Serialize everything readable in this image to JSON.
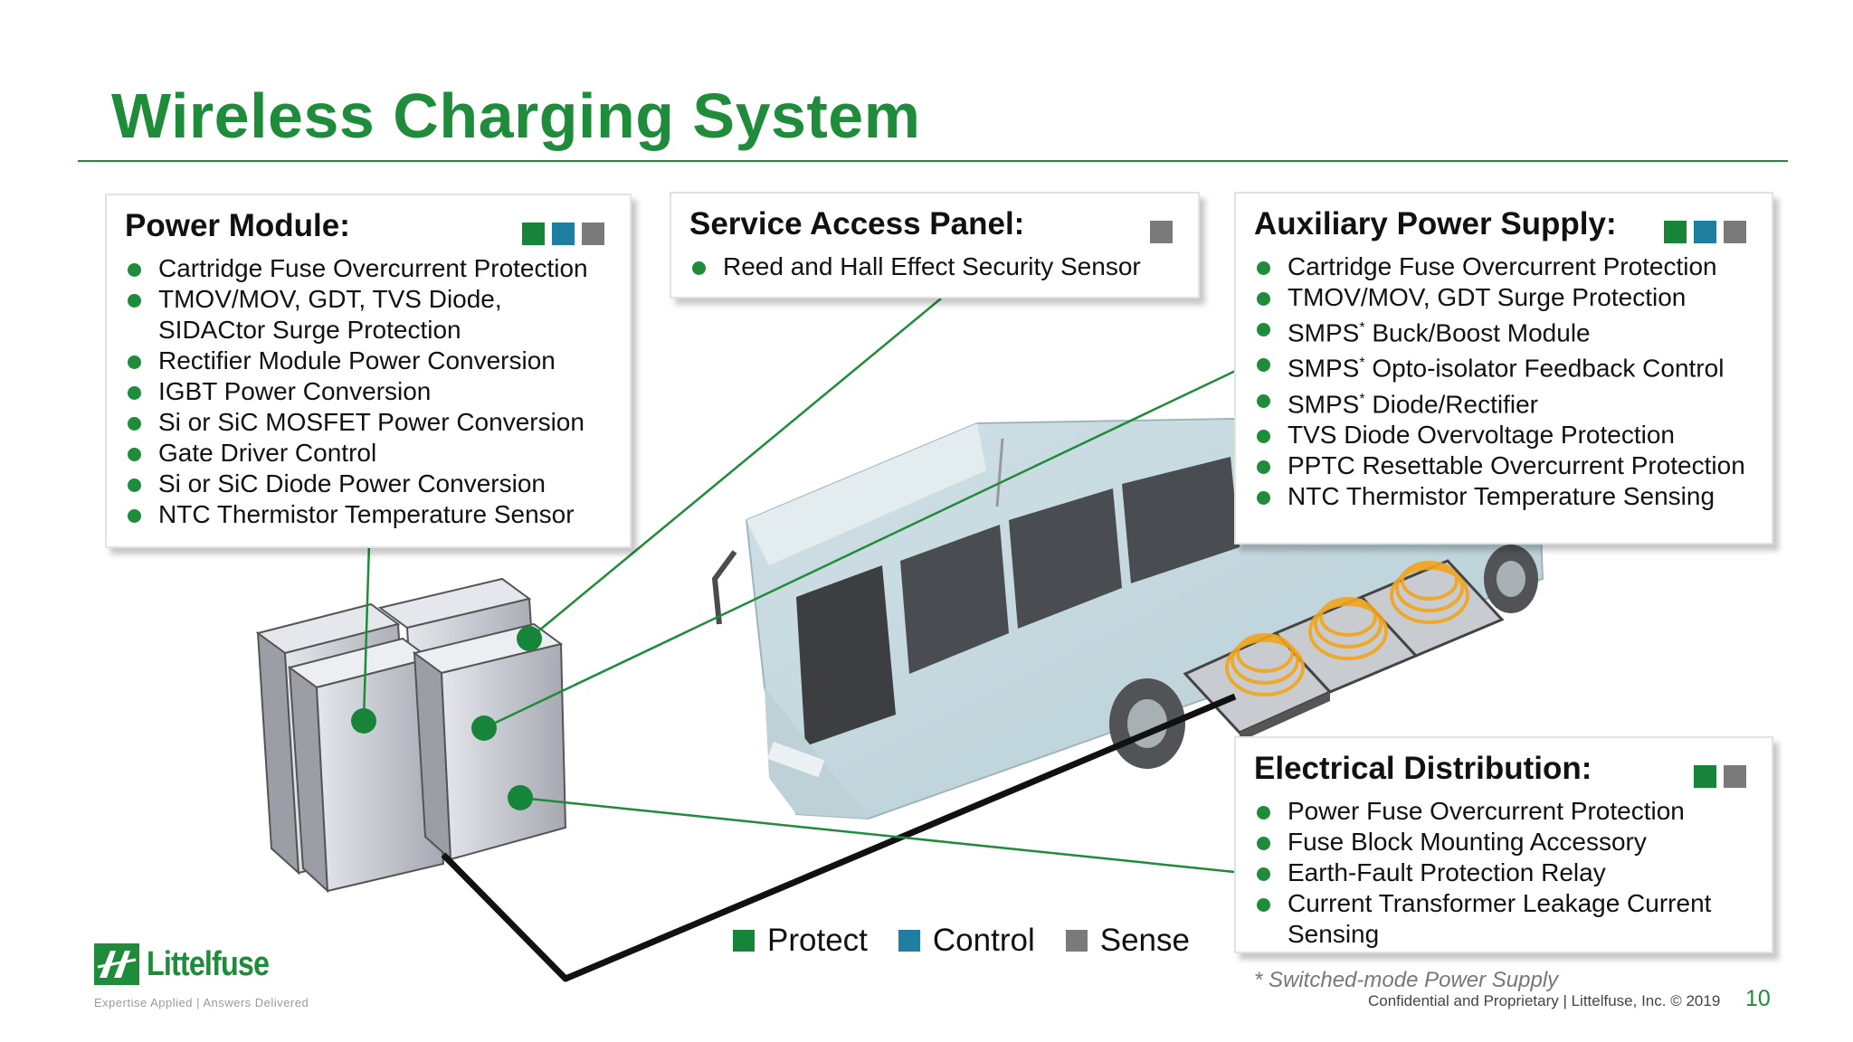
{
  "title": "Wireless Charging System",
  "colors": {
    "protect": "#16853a",
    "control": "#1f7fa0",
    "sense": "#7a7a7a",
    "accent": "#1e8c3a"
  },
  "power_module": {
    "heading": "Power Module:",
    "categories": [
      "protect",
      "control",
      "sense"
    ],
    "items": [
      "Cartridge Fuse Overcurrent Protection",
      "TMOV/MOV, GDT, TVS Diode, SIDACtor Surge Protection",
      "Rectifier Module Power Conversion",
      "IGBT Power Conversion",
      "Si or SiC MOSFET Power Conversion",
      "Gate Driver Control",
      "Si or SiC Diode Power Conversion",
      "NTC Thermistor Temperature Sensor"
    ]
  },
  "service_panel": {
    "heading": "Service Access Panel:",
    "categories": [
      "sense"
    ],
    "items": [
      "Reed and Hall Effect Security Sensor"
    ]
  },
  "aux_supply": {
    "heading": "Auxiliary Power Supply:",
    "categories": [
      "protect",
      "control",
      "sense"
    ],
    "items": [
      "Cartridge Fuse Overcurrent Protection",
      "TMOV/MOV, GDT Surge Protection",
      "SMPS* Buck/Boost Module",
      "SMPS* Opto-isolator Feedback Control",
      "SMPS* Diode/Rectifier",
      "TVS Diode Overvoltage Protection",
      "PPTC Resettable Overcurrent Protection",
      "NTC Thermistor Temperature Sensing"
    ]
  },
  "electrical": {
    "heading": "Electrical Distribution:",
    "categories": [
      "protect",
      "sense"
    ],
    "items": [
      "Power Fuse Overcurrent Protection",
      "Fuse Block Mounting Accessory",
      "Earth-Fault Protection Relay",
      "Current Transformer Leakage Current Sensing"
    ]
  },
  "legend": {
    "protect": "Protect",
    "control": "Control",
    "sense": "Sense"
  },
  "footnote": "* Switched-mode Power Supply",
  "confidential": "Confidential and Proprietary | Littelfuse, Inc. © 2019",
  "page_number": "10",
  "logo": {
    "name": "Littelfuse",
    "tagline": "Expertise Applied | Answers Delivered"
  }
}
